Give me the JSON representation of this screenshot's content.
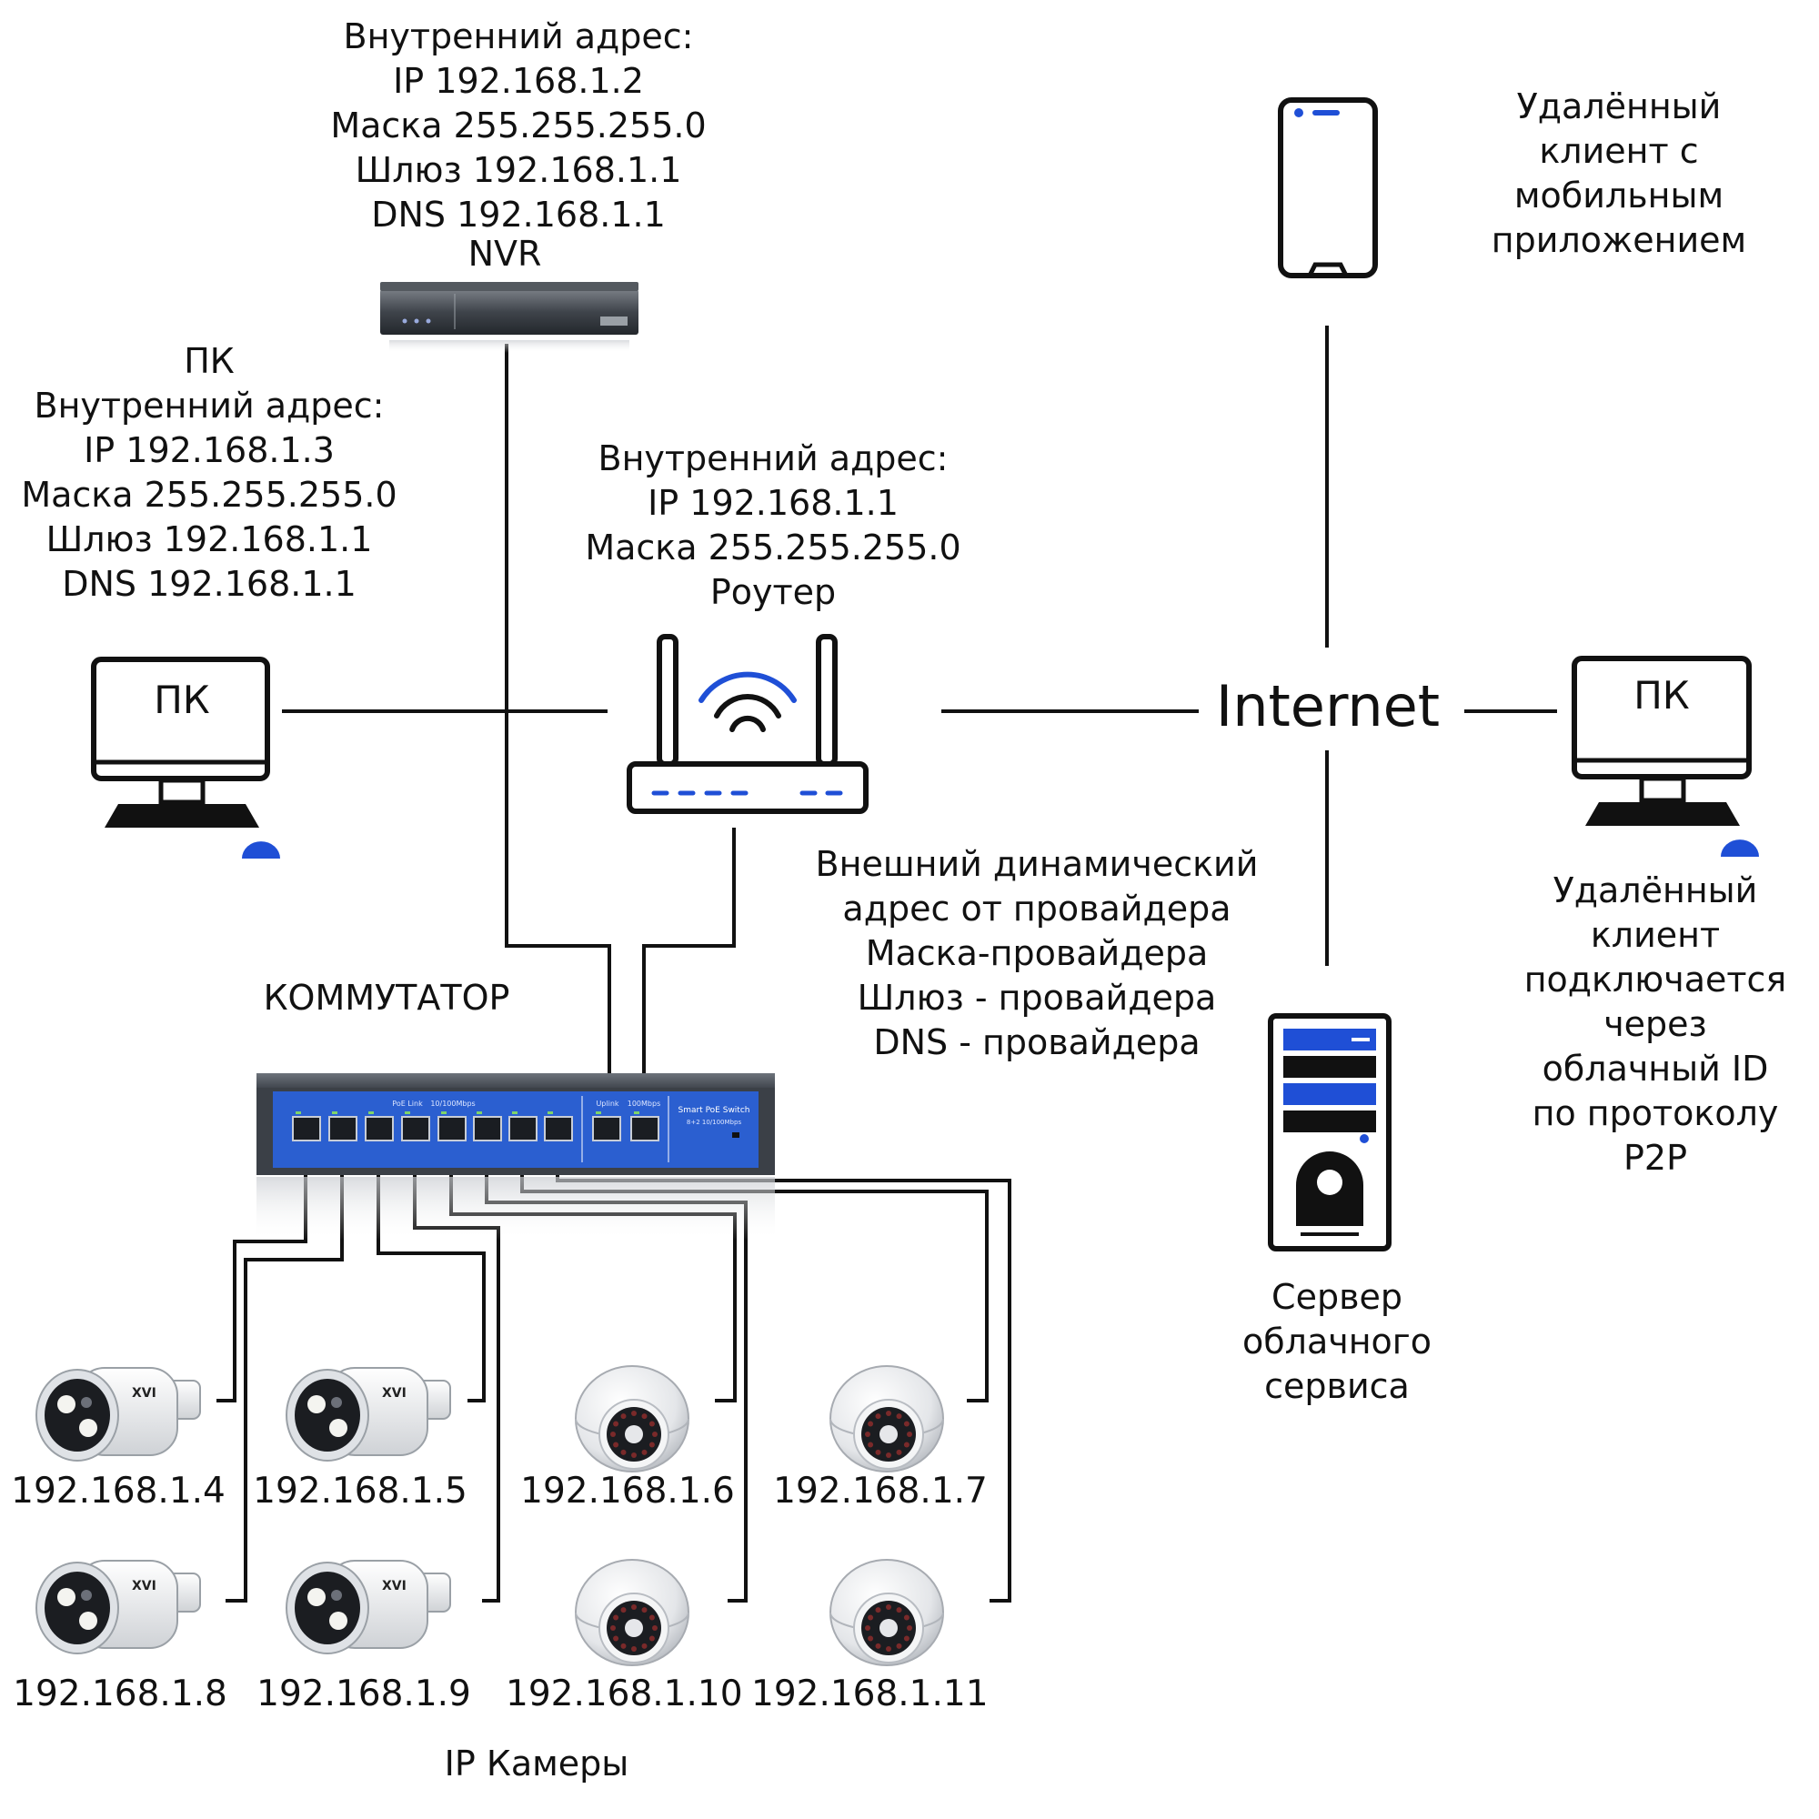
{
  "nvr": {
    "lines": [
      "Внутренний адрес:",
      "IP   192.168.1.2",
      "Маска   255.255.255.0",
      "Шлюз   192.168.1.1",
      "DNS   192.168.1.1"
    ],
    "name": "NVR"
  },
  "pc_local": {
    "lines": [
      "ПК",
      "Внутренний адрес:",
      "IP   192.168.1.3",
      "Маска   255.255.255.0",
      "Шлюз   192.168.1.1",
      "DNS   192.168.1.1"
    ],
    "screen_label": "ПК"
  },
  "router": {
    "lines": [
      "Внутренний адрес:",
      "IP  192.168.1.1",
      "Маска 255.255.255.0",
      "Роутер"
    ]
  },
  "wan": {
    "lines": [
      "Внешний динамический",
      "адрес от провайдера",
      "Маска-провайдера",
      "Шлюз - провайдера",
      "DNS - провайдера"
    ]
  },
  "internet": {
    "label": "Internet"
  },
  "mobile_client": {
    "lines": [
      "Удалённый",
      "клиент с",
      "мобильным",
      "приложением"
    ]
  },
  "remote_pc": {
    "screen_label": "ПК",
    "lines": [
      "Удалённый",
      "клиент",
      "подключается",
      "через",
      "облачный ID",
      "по протоколу",
      "P2P"
    ]
  },
  "cloud_server": {
    "lines": [
      "Сервер",
      "облачного",
      "сервиса"
    ]
  },
  "switch": {
    "label": "КОММУТАТОР",
    "panel_poe": "PoE Link",
    "panel_speed": "10/100Mbps",
    "panel_uplink": "Uplink",
    "panel_uplink_speed": "100Mbps",
    "panel_model": "Smart PoE Switch",
    "panel_ports": "8+2 10/100Mbps"
  },
  "cameras": {
    "items": [
      {
        "ip": "192.168.1.4",
        "kind": "bullet"
      },
      {
        "ip": "192.168.1.5",
        "kind": "bullet"
      },
      {
        "ip": "192.168.1.6",
        "kind": "dome"
      },
      {
        "ip": "192.168.1.7",
        "kind": "dome"
      },
      {
        "ip": "192.168.1.8",
        "kind": "bullet"
      },
      {
        "ip": "192.168.1.9",
        "kind": "bullet"
      },
      {
        "ip": "192.168.1.10",
        "kind": "dome"
      },
      {
        "ip": "192.168.1.11",
        "kind": "dome"
      }
    ],
    "caption": "IP Камеры"
  },
  "colors": {
    "accent": "#1f4fd6",
    "line": "#111111",
    "switch_panel": "#2b5fd0"
  },
  "icons": [
    "router-icon",
    "monitor-icon",
    "mouse-icon",
    "phone-icon",
    "server-tower-icon",
    "nvr-icon",
    "switch-icon",
    "bullet-camera-icon",
    "dome-camera-icon"
  ]
}
